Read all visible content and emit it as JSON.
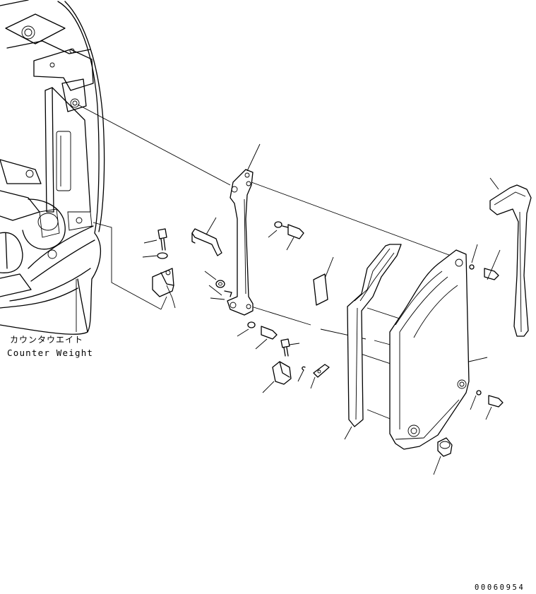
{
  "labels": {
    "counter_weight_jp": "カウンタウエイト",
    "counter_weight_en": "Counter Weight"
  },
  "drawing_code": "00060954"
}
